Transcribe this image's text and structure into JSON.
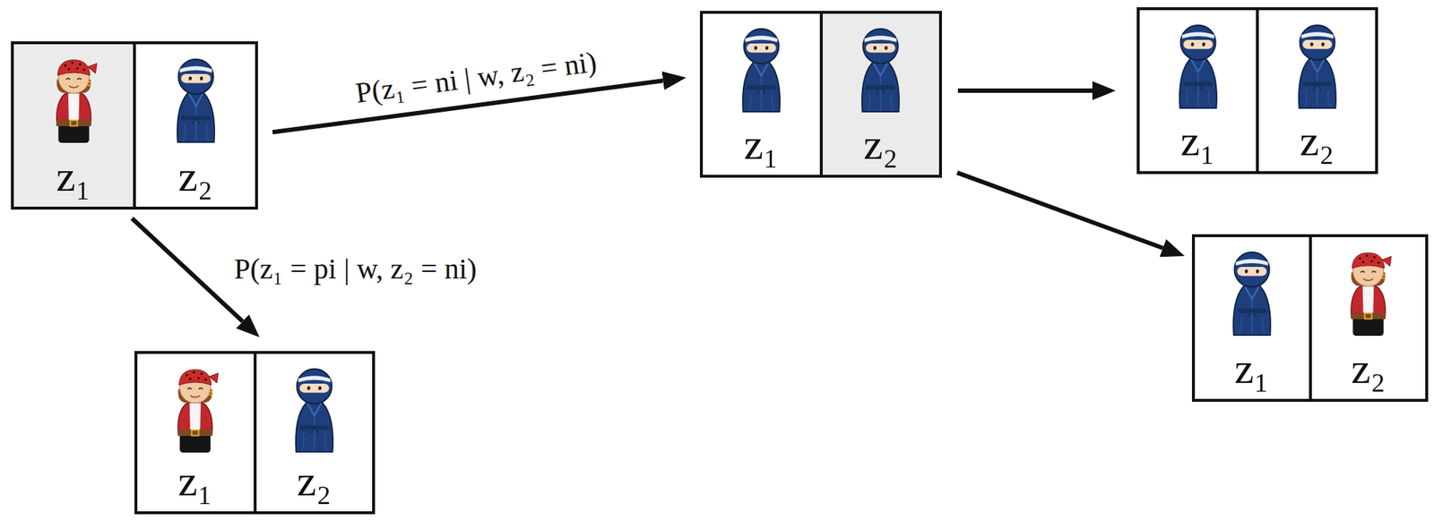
{
  "diagram": {
    "nodes": [
      {
        "text": [
          "z₁",
          "z₂"
        ]
      },
      {
        "text": [
          "z₁",
          "z₂"
        ]
      },
      {
        "text": [
          "z₁",
          "z₂"
        ]
      },
      {
        "text": [
          "z₁",
          "z₂"
        ]
      },
      {
        "text": [
          "z₁",
          "z₂"
        ]
      }
    ],
    "edges": [
      {
        "from": 0,
        "to": 1,
        "arrow": "to",
        "label": "P(z₁ = ni | w, z₂ = ni)"
      },
      {
        "from": 0,
        "to": 4,
        "arrow": "to",
        "label": "P(z₁ = pi | w, z₂ = ni)"
      },
      {
        "from": 1,
        "to": 2,
        "arrow": "to"
      },
      {
        "from": 1,
        "to": 3,
        "arrow": "to"
      }
    ]
  }
}
